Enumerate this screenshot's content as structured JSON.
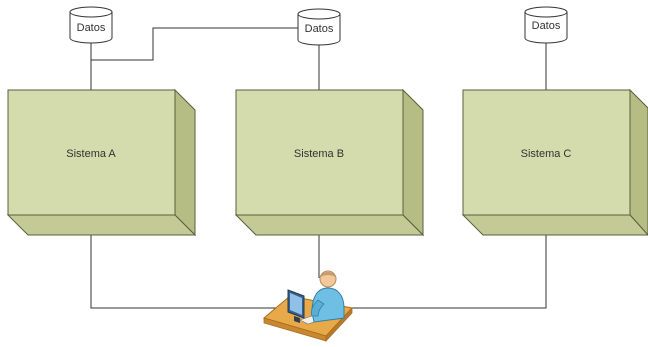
{
  "systems": [
    {
      "label": "Sistema A"
    },
    {
      "label": "Sistema B"
    },
    {
      "label": "Sistema C"
    }
  ],
  "datastores": [
    {
      "label": "Datos"
    },
    {
      "label": "Datos"
    },
    {
      "label": "Datos"
    }
  ],
  "user_icon": "user-at-computer-icon",
  "colors": {
    "box_front": "#d4dbac",
    "box_side": "#b5bd84",
    "box_top": "#c3ca95",
    "box_stroke": "#5a5f3e",
    "line": "#333333",
    "db_fill": "#ffffff",
    "db_stroke": "#333333",
    "user_skin": "#f2c89c",
    "user_shirt": "#6fbfe5",
    "desk": "#e8a948"
  }
}
